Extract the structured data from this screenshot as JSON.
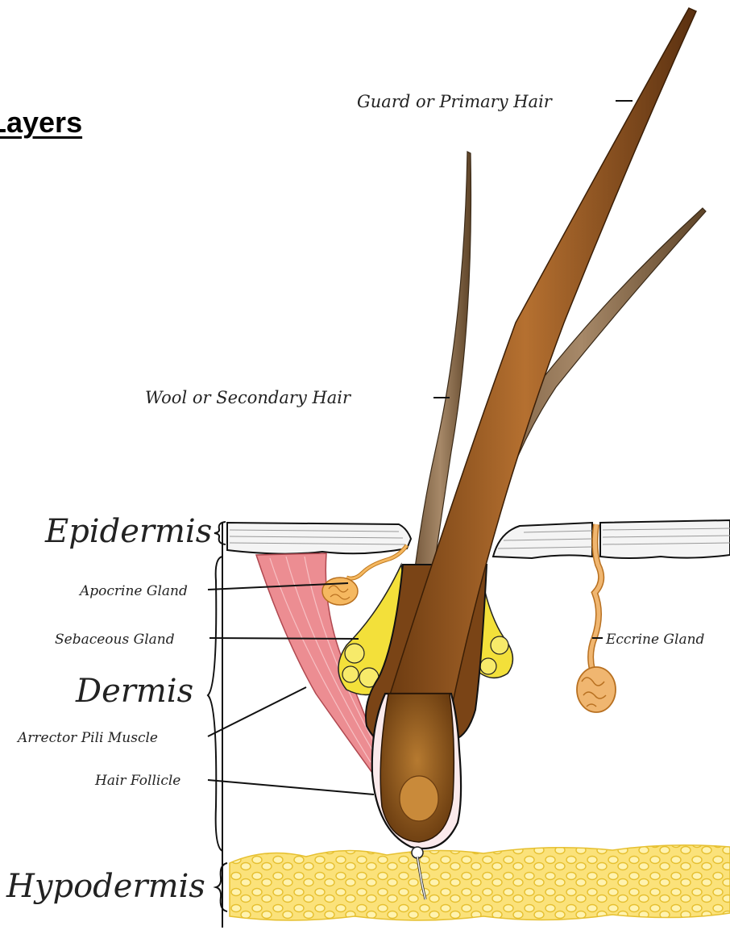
{
  "title": "Layers",
  "layers": {
    "epidermis": "Epidermis",
    "dermis": "Dermis",
    "hypodermis": "Hypodermis"
  },
  "labels": {
    "guard_hair": "Guard or Primary Hair",
    "wool_hair": "Wool or Secondary Hair",
    "apocrine_gland": "Apocrine Gland",
    "sebaceous_gland": "Sebaceous Gland",
    "arrector_pili": "Arrector Pili Muscle",
    "hair_follicle": "Hair Follicle",
    "eccrine_gland": "Eccrine Gland"
  },
  "colors": {
    "hair_brown": "#8a4e18",
    "hair_dark": "#5a3410",
    "wool_hair": "#8a6a48",
    "sebaceous_yellow": "#f3e03a",
    "muscle_red": "#e9848a",
    "eccrine_orange": "#e8a35a",
    "fat_yellow": "#f7dc55",
    "outline": "#1a1a1a"
  }
}
